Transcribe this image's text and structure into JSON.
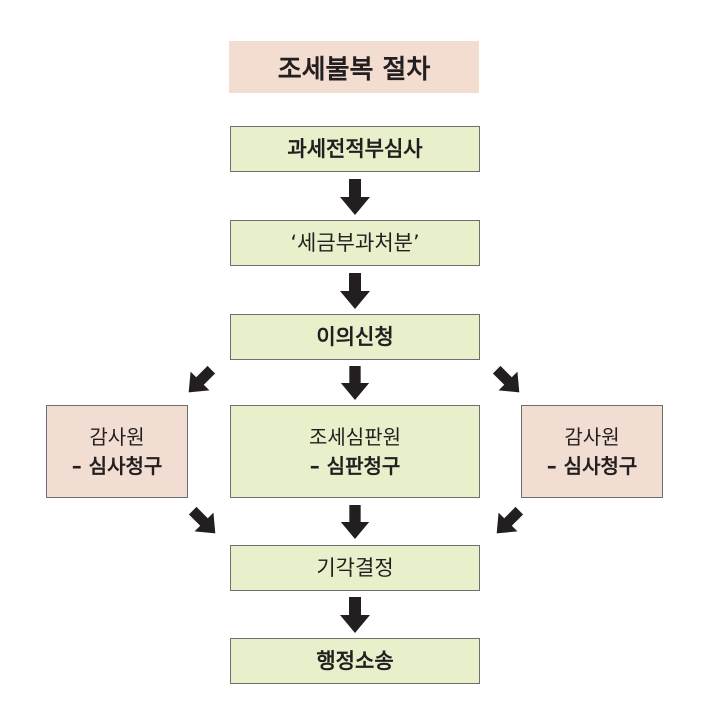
{
  "title": "조세불복 절차",
  "steps": {
    "s1": "과세전적부심사",
    "s2": "‘세금부과처분’",
    "s3": "이의신청",
    "s4": "기각결정",
    "s5": "행정소송"
  },
  "left_box": {
    "line1": "감사원",
    "line2": "– 심사청구"
  },
  "center_box": {
    "line1": "조세심판원",
    "line2": "– 심판청구"
  },
  "right_box": {
    "line1": "감사원",
    "line2": "– 심사청구"
  },
  "colors": {
    "green_box": "#e8f0cb",
    "pink_box": "#f1ddd2",
    "title_bg": "#f2ddd0",
    "arrow": "#231f20",
    "border": "#6e6e6e"
  }
}
